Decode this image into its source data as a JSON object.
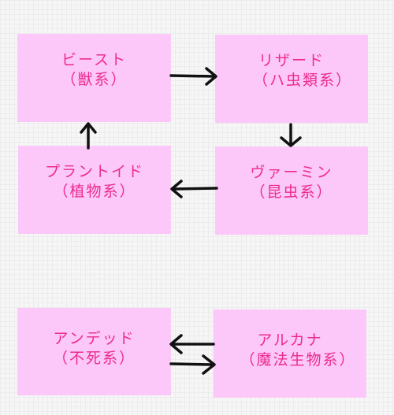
{
  "nodes": {
    "beast": {
      "line1": "ビースト",
      "line2": "（獣系）"
    },
    "lizard": {
      "line1": "リザード",
      "line2": "（ハ虫類系）"
    },
    "plantoid": {
      "line1": "プラントイド",
      "line2": "（植物系）"
    },
    "vermin": {
      "line1": "ヴァーミン",
      "line2": "（昆虫系）"
    },
    "undead": {
      "line1": "アンデッド",
      "line2": "（不死系）"
    },
    "arcana": {
      "line1": "アルカナ",
      "line2": "（魔法生物系）"
    }
  },
  "colors": {
    "background": "#f6f6f6",
    "node_fill": "#fbc8f9",
    "text": "#ee2a8f",
    "arrow": "#111111"
  },
  "edges": [
    {
      "from": "beast",
      "to": "lizard"
    },
    {
      "from": "lizard",
      "to": "vermin"
    },
    {
      "from": "vermin",
      "to": "plantoid"
    },
    {
      "from": "plantoid",
      "to": "beast"
    },
    {
      "from": "arcana",
      "to": "undead"
    },
    {
      "from": "undead",
      "to": "arcana"
    }
  ]
}
